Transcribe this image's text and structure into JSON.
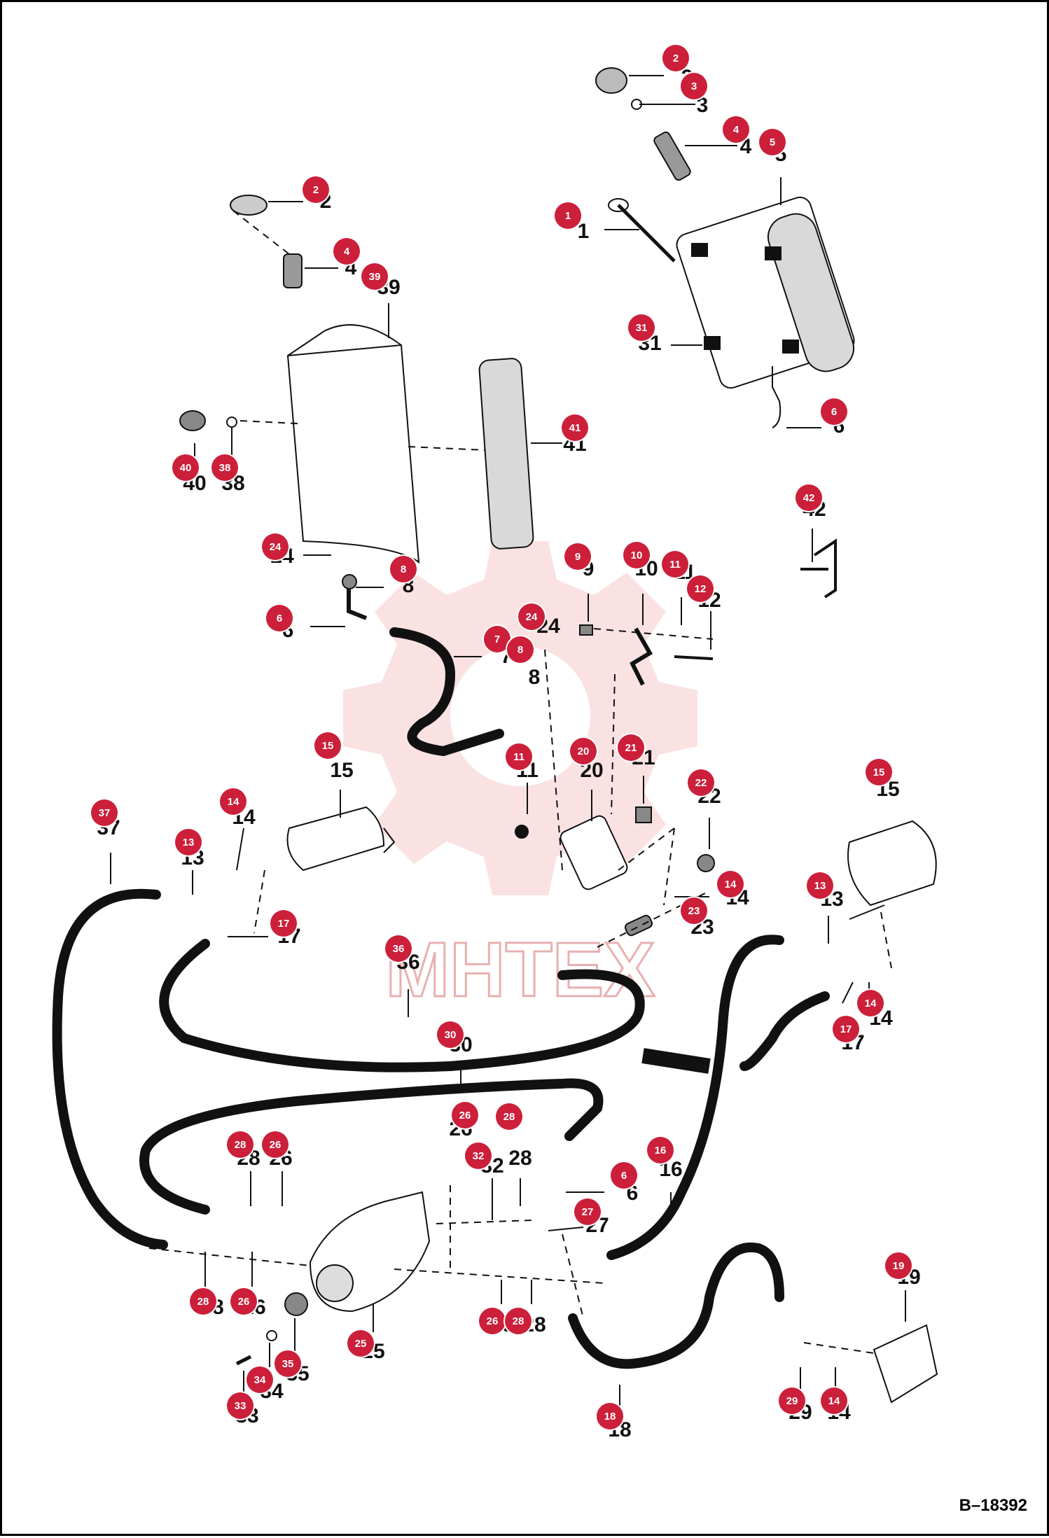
{
  "drawing_code": "B–18392",
  "watermark": {
    "text": "MHTEX",
    "color": "#f3b6b6"
  },
  "colors": {
    "badge": "#cc1f3a",
    "line": "#111111"
  },
  "callouts": [
    {
      "n": "2"
    },
    {
      "n": "3"
    },
    {
      "n": "4"
    },
    {
      "n": "5"
    },
    {
      "n": "1"
    },
    {
      "n": "2"
    },
    {
      "n": "4"
    },
    {
      "n": "39"
    },
    {
      "n": "31"
    },
    {
      "n": "6"
    },
    {
      "n": "41"
    },
    {
      "n": "40"
    },
    {
      "n": "38"
    },
    {
      "n": "42"
    },
    {
      "n": "24"
    },
    {
      "n": "8"
    },
    {
      "n": "9"
    },
    {
      "n": "10"
    },
    {
      "n": "11"
    },
    {
      "n": "12"
    },
    {
      "n": "6"
    },
    {
      "n": "24"
    },
    {
      "n": "7"
    },
    {
      "n": "8"
    },
    {
      "n": "15"
    },
    {
      "n": "11"
    },
    {
      "n": "20"
    },
    {
      "n": "21"
    },
    {
      "n": "22"
    },
    {
      "n": "15"
    },
    {
      "n": "37"
    },
    {
      "n": "14"
    },
    {
      "n": "13"
    },
    {
      "n": "17"
    },
    {
      "n": "14"
    },
    {
      "n": "23"
    },
    {
      "n": "13"
    },
    {
      "n": "36"
    },
    {
      "n": "14"
    },
    {
      "n": "17"
    },
    {
      "n": "30"
    },
    {
      "n": "26"
    },
    {
      "n": "28"
    },
    {
      "n": "28"
    },
    {
      "n": "26"
    },
    {
      "n": "32"
    },
    {
      "n": "16"
    },
    {
      "n": "6"
    },
    {
      "n": "27"
    },
    {
      "n": "28"
    },
    {
      "n": "26"
    },
    {
      "n": "26"
    },
    {
      "n": "28"
    },
    {
      "n": "25"
    },
    {
      "n": "19"
    },
    {
      "n": "35"
    },
    {
      "n": "34"
    },
    {
      "n": "33"
    },
    {
      "n": "18"
    },
    {
      "n": "29"
    },
    {
      "n": "14"
    }
  ]
}
